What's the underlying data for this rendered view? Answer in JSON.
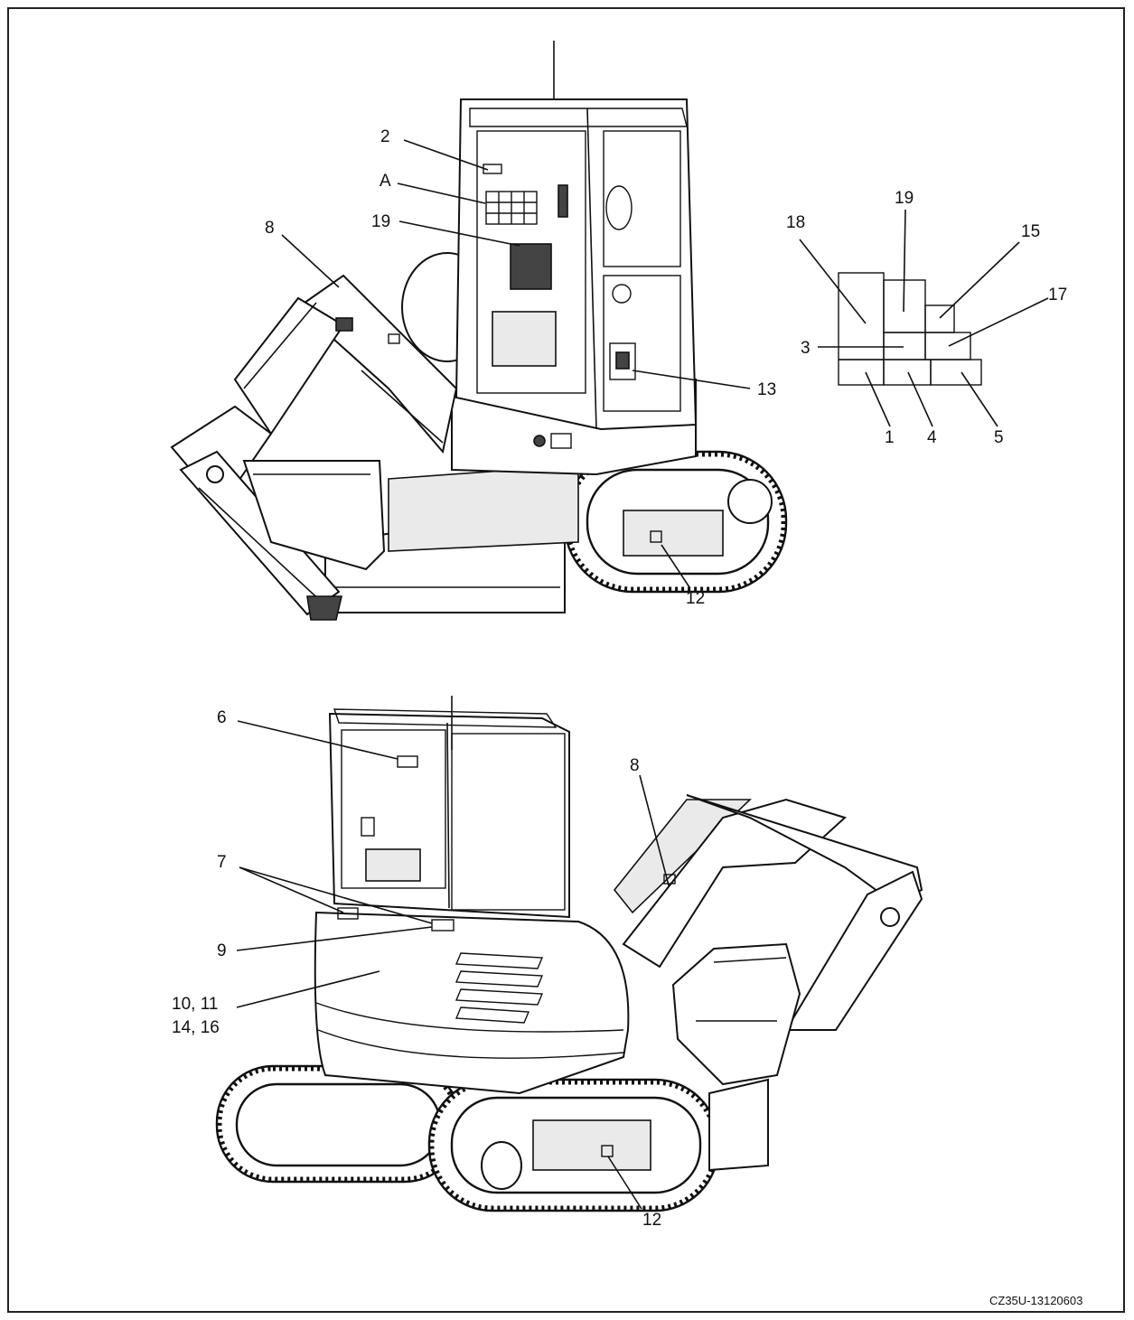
{
  "figure_code": "CZ35U-13120603",
  "top_view": {
    "labels": {
      "l2": "2",
      "lA": "A",
      "l19": "19",
      "l8": "8",
      "l13": "13",
      "l12": "12"
    }
  },
  "detail_A": {
    "labels": {
      "l18": "18",
      "l19": "19",
      "l15": "15",
      "l17": "17",
      "l3": "3",
      "l1": "1",
      "l4": "4",
      "l5": "5"
    }
  },
  "bottom_view": {
    "labels": {
      "l6": "6",
      "l8": "8",
      "l7": "7",
      "l9": "9",
      "l10_11": "10, 11",
      "l14_16": "14, 16",
      "l12": "12"
    }
  }
}
